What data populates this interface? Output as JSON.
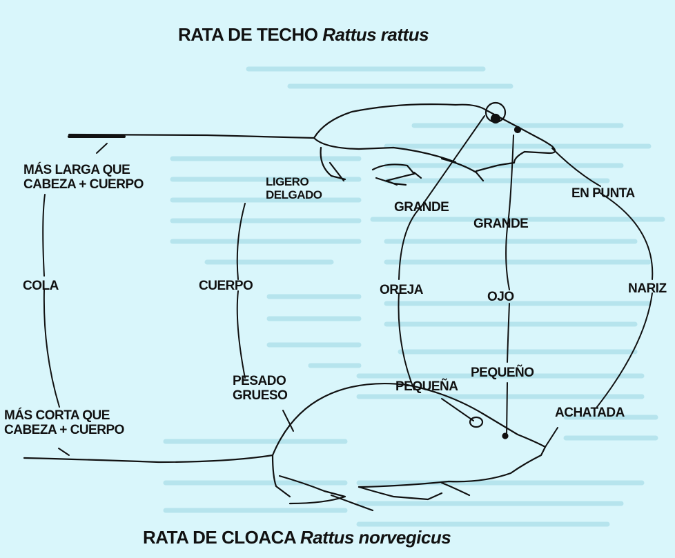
{
  "colors": {
    "background": "#d9f6fb",
    "ink": "#111111",
    "faded_text": "#9ad6e2"
  },
  "top_title": {
    "common": "RATA DE TECHO",
    "scientific": "Rattus rattus"
  },
  "bottom_title": {
    "common": "RATA DE CLOACA",
    "scientific": "Rattus norvegicus"
  },
  "labels": {
    "tail": "COLA",
    "tail_long": [
      "MÁS LARGA QUE",
      "CABEZA + CUERPO"
    ],
    "tail_short": [
      "MÁS CORTA QUE",
      "CABEZA + CUERPO"
    ],
    "body": "CUERPO",
    "body_light": [
      "LIGERO",
      "DELGADO"
    ],
    "body_heavy": [
      "PESADO",
      "GRUESO"
    ],
    "ear": "OREJA",
    "ear_large": "GRANDE",
    "ear_small": "PEQUEÑA",
    "eye": "OJO",
    "eye_large": "GRANDE",
    "eye_small": "PEQUEÑO",
    "nose": "NARIZ",
    "nose_pointed": "EN PUNTA",
    "nose_flat": "ACHATADA"
  }
}
